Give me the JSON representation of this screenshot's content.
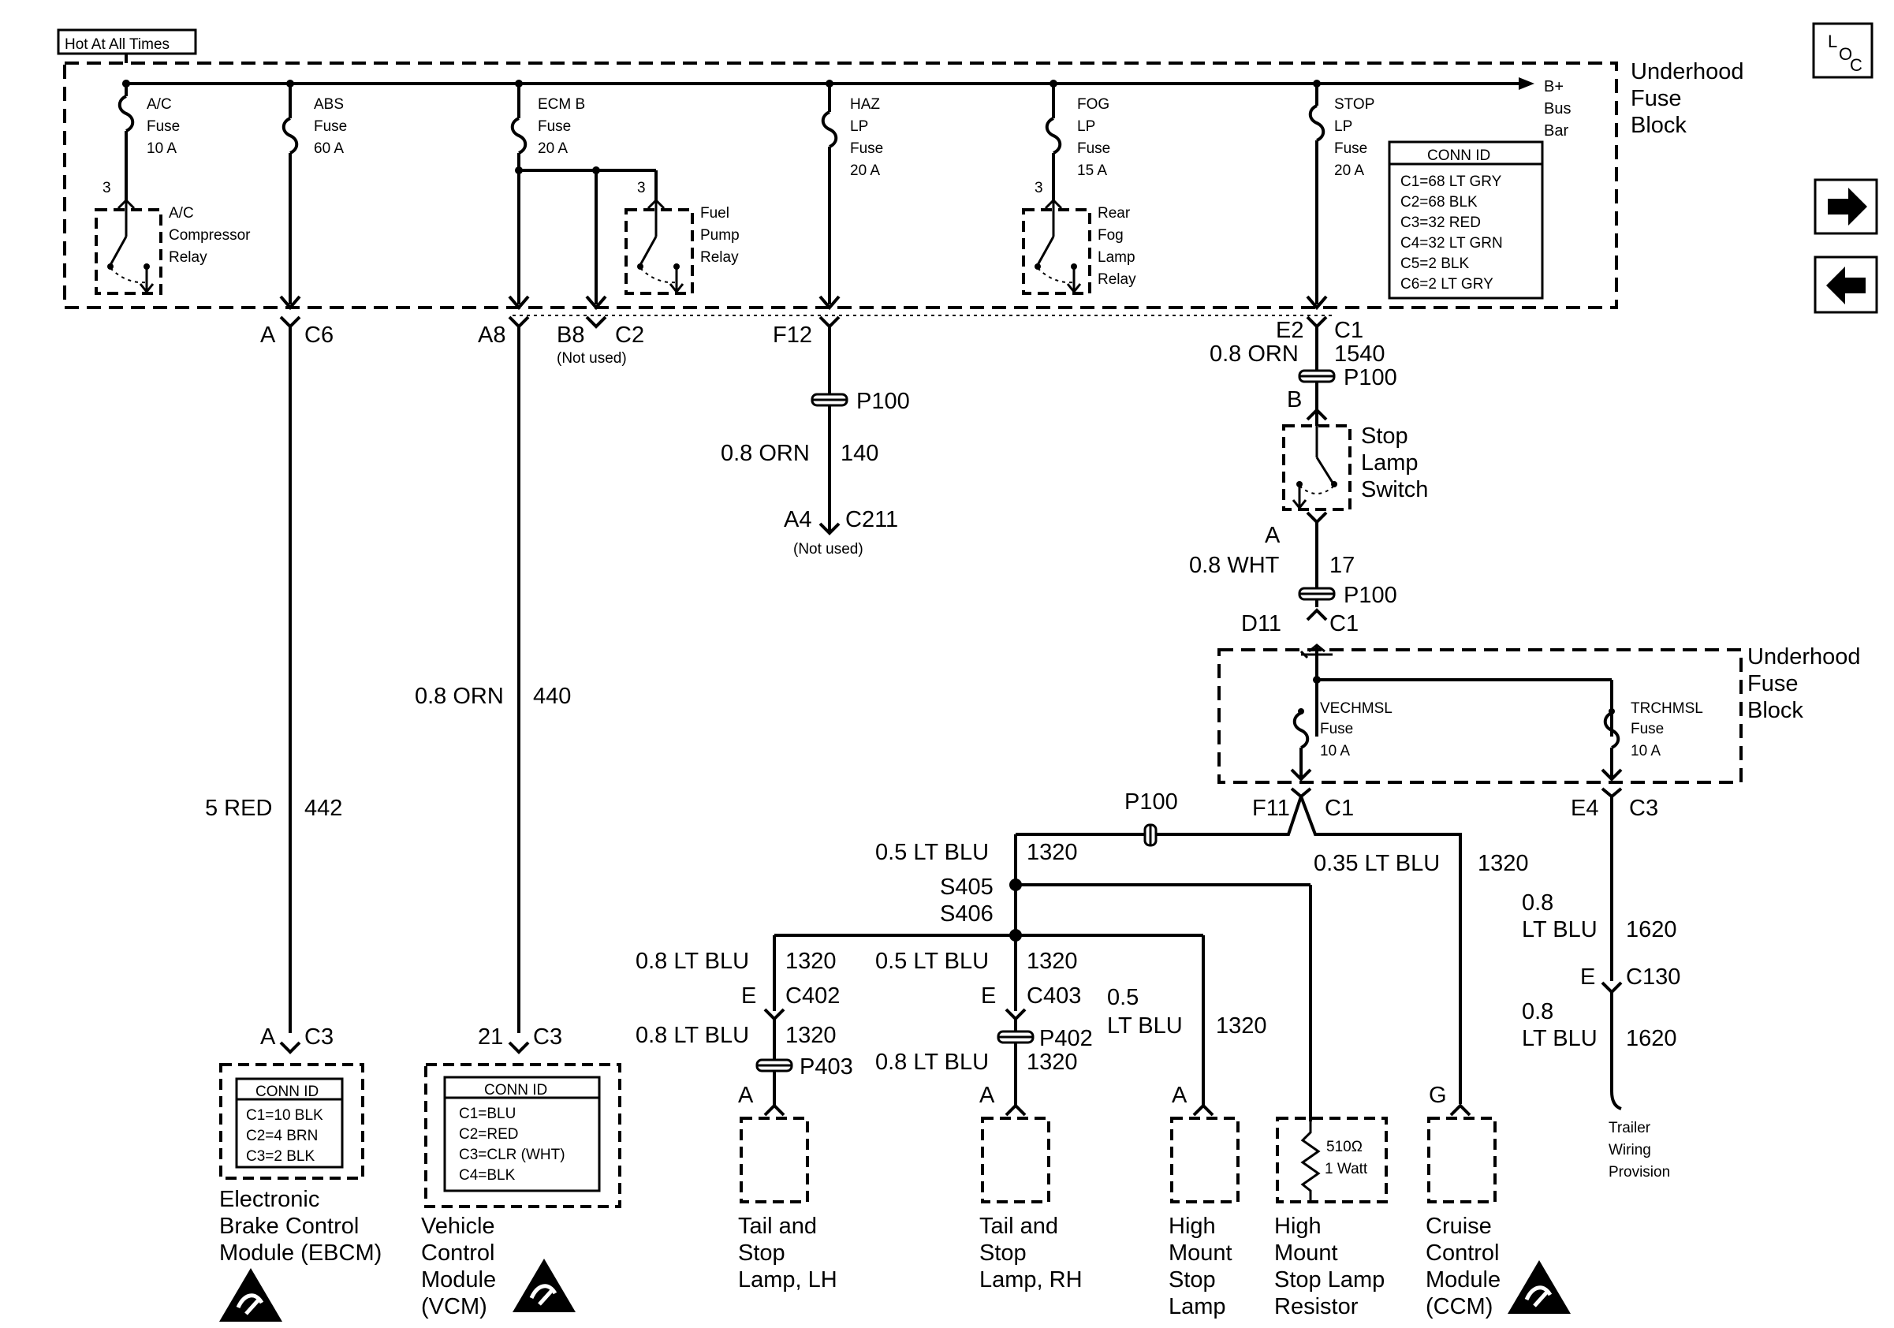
{
  "header": {
    "hot_label": "Hot At All Times",
    "loc_l": "L",
    "loc_o": "O",
    "loc_c": "C"
  },
  "fuse_block": {
    "title_1": "Underhood",
    "title_2": "Fuse",
    "title_3": "Block",
    "bus_1": "B+",
    "bus_2": "Bus",
    "bus_3": "Bar",
    "conn_id": {
      "title": "CONN ID",
      "rows": [
        "C1=68 LT GRY",
        "C2=68 BLK",
        "C3=32 RED",
        "C4=32 LT GRN",
        "C5=2 BLK",
        "C6=2 LT GRY"
      ]
    }
  },
  "fuses": {
    "ac": [
      "A/C",
      "Fuse",
      "10 A"
    ],
    "abs": [
      "ABS",
      "Fuse",
      "60 A"
    ],
    "ecmb": [
      "ECM B",
      "Fuse",
      "20 A"
    ],
    "haz": [
      "HAZ",
      "LP",
      "Fuse",
      "20 A"
    ],
    "fog": [
      "FOG",
      "LP",
      "Fuse",
      "15 A"
    ],
    "stop": [
      "STOP",
      "LP",
      "Fuse",
      "20 A"
    ]
  },
  "relays": {
    "ac": {
      "pin": "3",
      "lines": [
        "A/C",
        "Compressor",
        "Relay"
      ]
    },
    "fuel": {
      "pin": "3",
      "lines": [
        "Fuel",
        "Pump",
        "Relay"
      ]
    },
    "fog": {
      "pin": "3",
      "lines": [
        "Rear",
        "Fog",
        "Lamp",
        "Relay"
      ]
    }
  },
  "connectors": {
    "abs_out": [
      "A",
      "C6"
    ],
    "ecm_out": [
      "A8"
    ],
    "fuel_out": [
      "B8",
      "C2"
    ],
    "not_used": "(Not used)",
    "haz_out": "F12",
    "stop_out": [
      "E2",
      "C1"
    ],
    "c211": [
      "A4",
      "C211"
    ],
    "switch_in": "B",
    "switch_out": "A",
    "fb2_in": [
      "D11",
      "C1"
    ],
    "veh_out": [
      "F11",
      "C1"
    ],
    "trc_out": [
      "E4",
      "C3"
    ],
    "c130": [
      "E",
      "C130"
    ],
    "ebcm": [
      "A",
      "C3"
    ],
    "vcm": [
      "21",
      "C3"
    ],
    "c402": [
      "E",
      "C402"
    ],
    "c403": [
      "E",
      "C403"
    ],
    "lamp_lh": "A",
    "lamp_rh": "A",
    "hmsl": "A",
    "ccm": "G"
  },
  "splices": {
    "p100": "P100",
    "p403": "P403",
    "p402": "P402",
    "s405": "S405",
    "s406": "S406"
  },
  "wires": {
    "abs": [
      "5 RED",
      "442"
    ],
    "ecm": [
      "0.8 ORN",
      "440"
    ],
    "haz": [
      "0.8 ORN",
      "140"
    ],
    "stop": [
      "0.8 ORN",
      "1540"
    ],
    "switch_out": [
      "0.8 WHT",
      "17"
    ],
    "veh_main": [
      "0.5 LT BLU",
      "1320"
    ],
    "ccm": [
      "0.35 LT BLU",
      "1320"
    ],
    "lh1": [
      "0.8 LT BLU",
      "1320"
    ],
    "lh2": [
      "0.8 LT BLU",
      "1320"
    ],
    "rh1": [
      "0.5 LT BLU",
      "1320"
    ],
    "rh2": [
      "0.8 LT BLU",
      "1320"
    ],
    "hmsl": [
      "0.5",
      "LT BLU",
      "1320"
    ],
    "trl1": [
      "0.8",
      "LT BLU",
      "1620"
    ],
    "trl2": [
      "0.8",
      "LT BLU",
      "1620"
    ]
  },
  "stop_switch": [
    "Stop",
    "Lamp",
    "Switch"
  ],
  "fuse_block2": {
    "title": [
      "Underhood",
      "Fuse",
      "Block"
    ],
    "veh": [
      "VECHMSL",
      "Fuse",
      "10 A"
    ],
    "trc": [
      "TRCHMSL",
      "Fuse",
      "10 A"
    ]
  },
  "modules": {
    "ebcm": {
      "conn_title": "CONN ID",
      "conn_rows": [
        "C1=10 BLK",
        "C2=4 BRN",
        "C3=2 BLK"
      ],
      "name": [
        "Electronic",
        "Brake Control",
        "Module (EBCM)"
      ]
    },
    "vcm": {
      "conn_title": "CONN ID",
      "conn_rows": [
        "C1=BLU",
        "C2=RED",
        "C3=CLR (WHT)",
        "C4=BLK"
      ],
      "name": [
        "Vehicle",
        "Control",
        "Module",
        "(VCM)"
      ]
    },
    "lamp_lh": [
      "Tail and",
      "Stop",
      "Lamp, LH"
    ],
    "lamp_rh": [
      "Tail and",
      "Stop",
      "Lamp, RH"
    ],
    "hmsl": [
      "High",
      "Mount",
      "Stop",
      "Lamp"
    ],
    "resistor": {
      "value": "510Ω",
      "watt": "1 Watt",
      "name": [
        "High",
        "Mount",
        "Stop Lamp",
        "Resistor"
      ]
    },
    "ccm": [
      "Cruise",
      "Control",
      "Module",
      "(CCM)"
    ],
    "trailer": [
      "Trailer",
      "Wiring",
      "Provision"
    ]
  },
  "nav": {
    "next_icon": "arrow-right-icon",
    "prev_icon": "arrow-left-icon"
  }
}
